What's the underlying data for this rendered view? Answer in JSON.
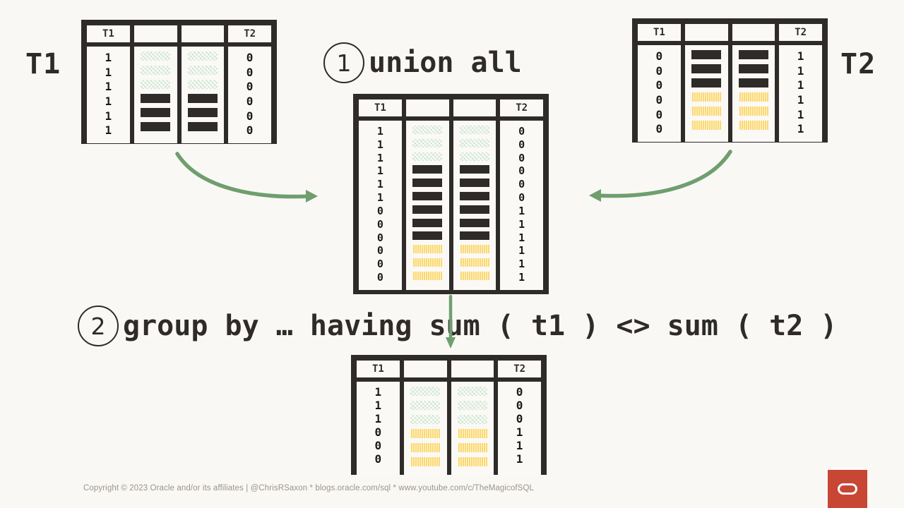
{
  "slide": {
    "background_color": "#faf8f5",
    "ink_color": "#2e2b28",
    "accent_green": "#6f9e6f",
    "bar_green": "#cfe3cd",
    "bar_yellow": "#fbd870",
    "oracle_red": "#c74634"
  },
  "labels": {
    "left_table": "T1",
    "right_table": "T2"
  },
  "steps": [
    {
      "number": "1",
      "text": "union all"
    },
    {
      "number": "2",
      "text": "group by … having sum ( t1 ) <> sum ( t2 )"
    }
  ],
  "tables": {
    "t1": {
      "name": "t1-table",
      "headers": [
        "T1",
        "",
        "",
        "T2"
      ],
      "rows": 6,
      "left_digits": [
        "1",
        "1",
        "1",
        "1",
        "1",
        "1"
      ],
      "right_digits": [
        "0",
        "0",
        "0",
        "0",
        "0",
        "0"
      ],
      "bar_kinds": [
        "green",
        "green",
        "green",
        "dark",
        "dark",
        "dark"
      ]
    },
    "t2": {
      "name": "t2-table",
      "headers": [
        "T1",
        "",
        "",
        "T2"
      ],
      "rows": 6,
      "left_digits": [
        "0",
        "0",
        "0",
        "0",
        "0",
        "0"
      ],
      "right_digits": [
        "1",
        "1",
        "1",
        "1",
        "1",
        "1"
      ],
      "bar_kinds": [
        "dark",
        "dark",
        "dark",
        "yellow",
        "yellow",
        "yellow"
      ]
    },
    "union": {
      "name": "union-all-table",
      "headers": [
        "T1",
        "",
        "",
        "T2"
      ],
      "rows": 12,
      "left_digits": [
        "1",
        "1",
        "1",
        "1",
        "1",
        "1",
        "0",
        "0",
        "0",
        "0",
        "0",
        "0"
      ],
      "right_digits": [
        "0",
        "0",
        "0",
        "0",
        "0",
        "0",
        "1",
        "1",
        "1",
        "1",
        "1",
        "1"
      ],
      "bar_kinds": [
        "green",
        "green",
        "green",
        "dark",
        "dark",
        "dark",
        "dark",
        "dark",
        "dark",
        "yellow",
        "yellow",
        "yellow"
      ]
    },
    "result": {
      "name": "result-table",
      "headers": [
        "T1",
        "",
        "",
        "T2"
      ],
      "rows": 6,
      "left_digits": [
        "1",
        "1",
        "1",
        "0",
        "0",
        "0"
      ],
      "right_digits": [
        "0",
        "0",
        "0",
        "1",
        "1",
        "1"
      ],
      "bar_kinds": [
        "green",
        "green",
        "green",
        "yellow",
        "yellow",
        "yellow"
      ]
    }
  },
  "footer": {
    "text": "Copyright © 2023 Oracle and/or its affiliates | @ChrisRSaxon * blogs.oracle.com/sql * www.youtube.com/c/TheMagicofSQL",
    "logo_name": "oracle-logo"
  }
}
